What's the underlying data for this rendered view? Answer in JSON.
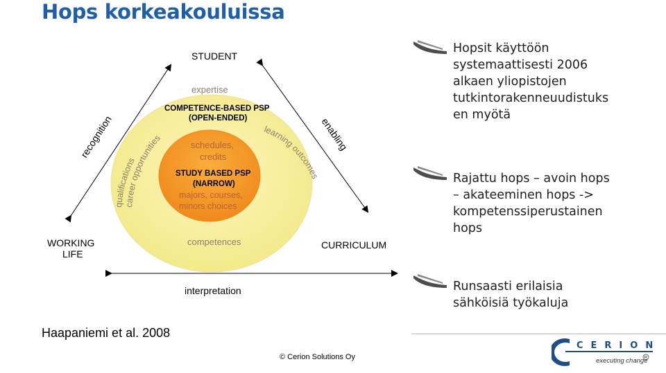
{
  "title": "Hops korkeakouluissa",
  "diagram": {
    "student": "STUDENT",
    "working_life_line1": "WORKING",
    "working_life_line2": "LIFE",
    "curriculum": "CURRICULUM",
    "expertise": "expertise",
    "competence_psp_line1": "COMPETENCE-BASED PSP",
    "competence_psp_line2": "(OPEN-ENDED)",
    "schedules": "schedules,",
    "credits": "credits",
    "study_psp_line1": "STUDY BASED PSP",
    "study_psp_line2": "(NARROW)",
    "majors": "majors,  courses,",
    "minors": "minors   choices",
    "competences": "competences",
    "recognition": "recognition",
    "qualifications": "qualifications",
    "career": "career opportunities",
    "learning_outcomes": "learning outcomes",
    "enabling": "enabling",
    "interpretation": "interpretation"
  },
  "bullets": [
    "Hopsit käyttöön\n systemaattisesti 2006\nalkaen yliopistojen\ntutkintorakenneuudistuks\nen myötä",
    "Rajattu hops – avoin hops\n– akateeminen hops ->\nkompetenssiperustainen\nhops",
    "Runsaasti erilaisia\nsähköisiä työkaluja"
  ],
  "citation": "Haapaniemi et al. 2008",
  "copyright": "© Cerion Solutions Oy",
  "logo": {
    "name": "CERION",
    "tagline": "executing change",
    "registered": "R"
  },
  "colors": {
    "title": "#1f5fa8",
    "outer_circle": "#f8f2a6",
    "inner_circle": "#f59a23",
    "brand_blue": "#1f4d8c"
  }
}
